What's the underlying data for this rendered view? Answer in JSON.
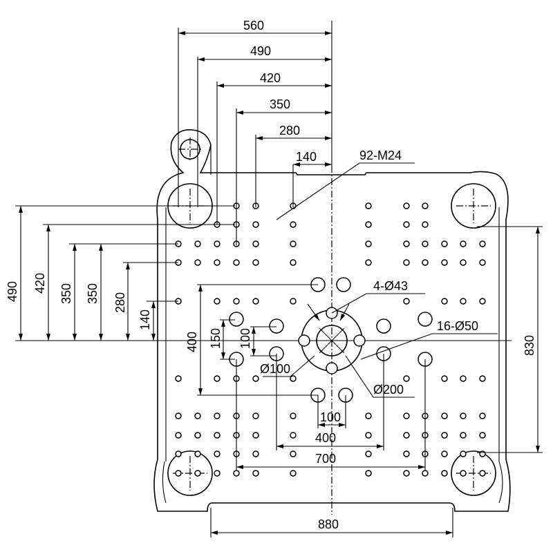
{
  "dimensions": {
    "top": [
      "560",
      "490",
      "420",
      "350",
      "280",
      "140"
    ],
    "left": [
      "490",
      "420",
      "350",
      "350",
      "280",
      "140"
    ],
    "center": [
      "400",
      "150",
      "100"
    ],
    "bottom": [
      "100",
      "400",
      "700",
      "880"
    ],
    "right": "830"
  },
  "callouts": {
    "tapped_holes": "92-M24",
    "locating_holes": "4-Ø43",
    "large_holes": "16-Ø50",
    "center_bore": "Ø100",
    "center_ring": "Ø200"
  }
}
